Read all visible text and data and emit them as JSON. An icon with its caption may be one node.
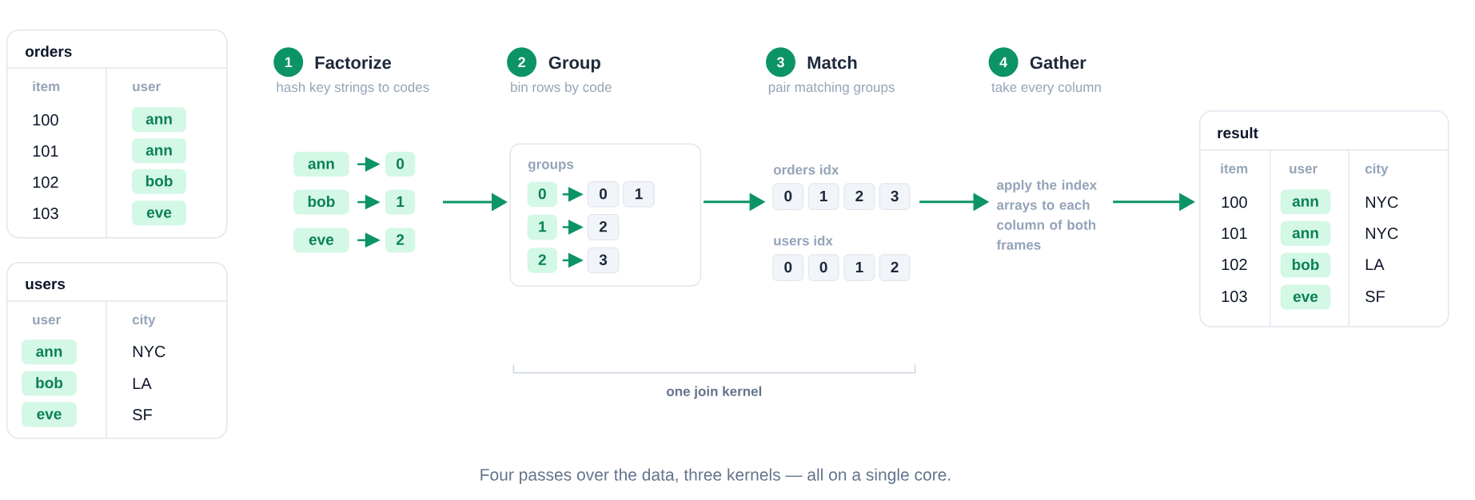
{
  "diagram": {
    "caption": "Four passes over the data, three kernels — all on a single core.",
    "nodes": [
      {
        "text": [
          "orders",
          "item",
          "user",
          "100",
          "101",
          "102",
          "103"
        ]
      },
      {
        "text": [
          "ann"
        ],
        "in": 0
      },
      {
        "text": [
          "ann"
        ],
        "in": 0
      },
      {
        "text": [
          "bob"
        ],
        "in": 0
      },
      {
        "text": [
          "eve"
        ],
        "in": 0
      },
      {
        "text": [
          "users",
          "user",
          "city",
          "NYC",
          "LA",
          "SF"
        ]
      },
      {
        "text": [
          "ann"
        ],
        "in": 5
      },
      {
        "text": [
          "bob"
        ],
        "in": 5
      },
      {
        "text": [
          "eve"
        ],
        "in": 5
      },
      {
        "text": [
          "1"
        ],
        "beside": [
          "Factorize",
          "hash key strings to codes"
        ]
      },
      {
        "text": [
          "ann"
        ]
      },
      {
        "text": [
          "0"
        ]
      },
      {
        "text": [
          "bob"
        ]
      },
      {
        "text": [
          "1"
        ]
      },
      {
        "text": [
          "eve"
        ]
      },
      {
        "text": [
          "2"
        ]
      },
      {
        "text": [
          "2"
        ],
        "beside": [
          "Group",
          "bin rows by code"
        ]
      },
      {
        "text": [
          "groups"
        ]
      },
      {
        "text": [
          "0"
        ],
        "in": 17
      },
      {
        "text": [
          "0"
        ],
        "in": 17
      },
      {
        "text": [
          "1"
        ],
        "in": 17
      },
      {
        "text": [
          "1"
        ],
        "in": 17
      },
      {
        "text": [
          "2"
        ],
        "in": 17
      },
      {
        "text": [
          "2"
        ],
        "in": 17
      },
      {
        "text": [
          "3"
        ],
        "in": 17
      },
      {
        "text": [
          "3"
        ],
        "beside": [
          "Match",
          "pair matching groups"
        ]
      },
      {
        "text": [
          "0"
        ]
      },
      {
        "text": [
          "1"
        ]
      },
      {
        "text": [
          "2"
        ]
      },
      {
        "text": [
          "3"
        ]
      },
      {
        "text": [
          "0"
        ]
      },
      {
        "text": [
          "0"
        ]
      },
      {
        "text": [
          "1"
        ]
      },
      {
        "text": [
          "2"
        ]
      },
      {
        "text": [
          "4"
        ],
        "beside": [
          "Gather",
          "take every column"
        ]
      },
      {
        "text": [
          "apply the index arrays to each column of both frames"
        ]
      },
      {
        "text": [
          "result",
          "item",
          "user",
          "city",
          "100",
          "NYC",
          "101",
          "NYC",
          "102",
          "LA",
          "103",
          "SF"
        ]
      },
      {
        "text": [
          "ann"
        ],
        "in": 36
      },
      {
        "text": [
          "ann"
        ],
        "in": 36
      },
      {
        "text": [
          "bob"
        ],
        "in": 36
      },
      {
        "text": [
          "eve"
        ],
        "in": 36
      }
    ],
    "edges": [
      {
        "from": 10,
        "to": 11,
        "arrow": "to"
      },
      {
        "from": 12,
        "to": 13,
        "arrow": "to"
      },
      {
        "from": 14,
        "to": 15,
        "arrow": "to"
      },
      {
        "from": null,
        "to": 17,
        "arrow": "to"
      },
      {
        "from": 18,
        "to": 19,
        "arrow": "to"
      },
      {
        "from": 21,
        "to": 22,
        "arrow": "to"
      },
      {
        "from": 23,
        "to": 24,
        "arrow": "to"
      },
      {
        "from": 17,
        "to": 26,
        "arrow": "to"
      },
      {
        "from": 29,
        "to": 35,
        "arrow": "to"
      },
      {
        "from": 35,
        "to": 36,
        "arrow": "to"
      }
    ],
    "labels": [
      "orders idx",
      "users idx",
      "one join kernel"
    ]
  }
}
